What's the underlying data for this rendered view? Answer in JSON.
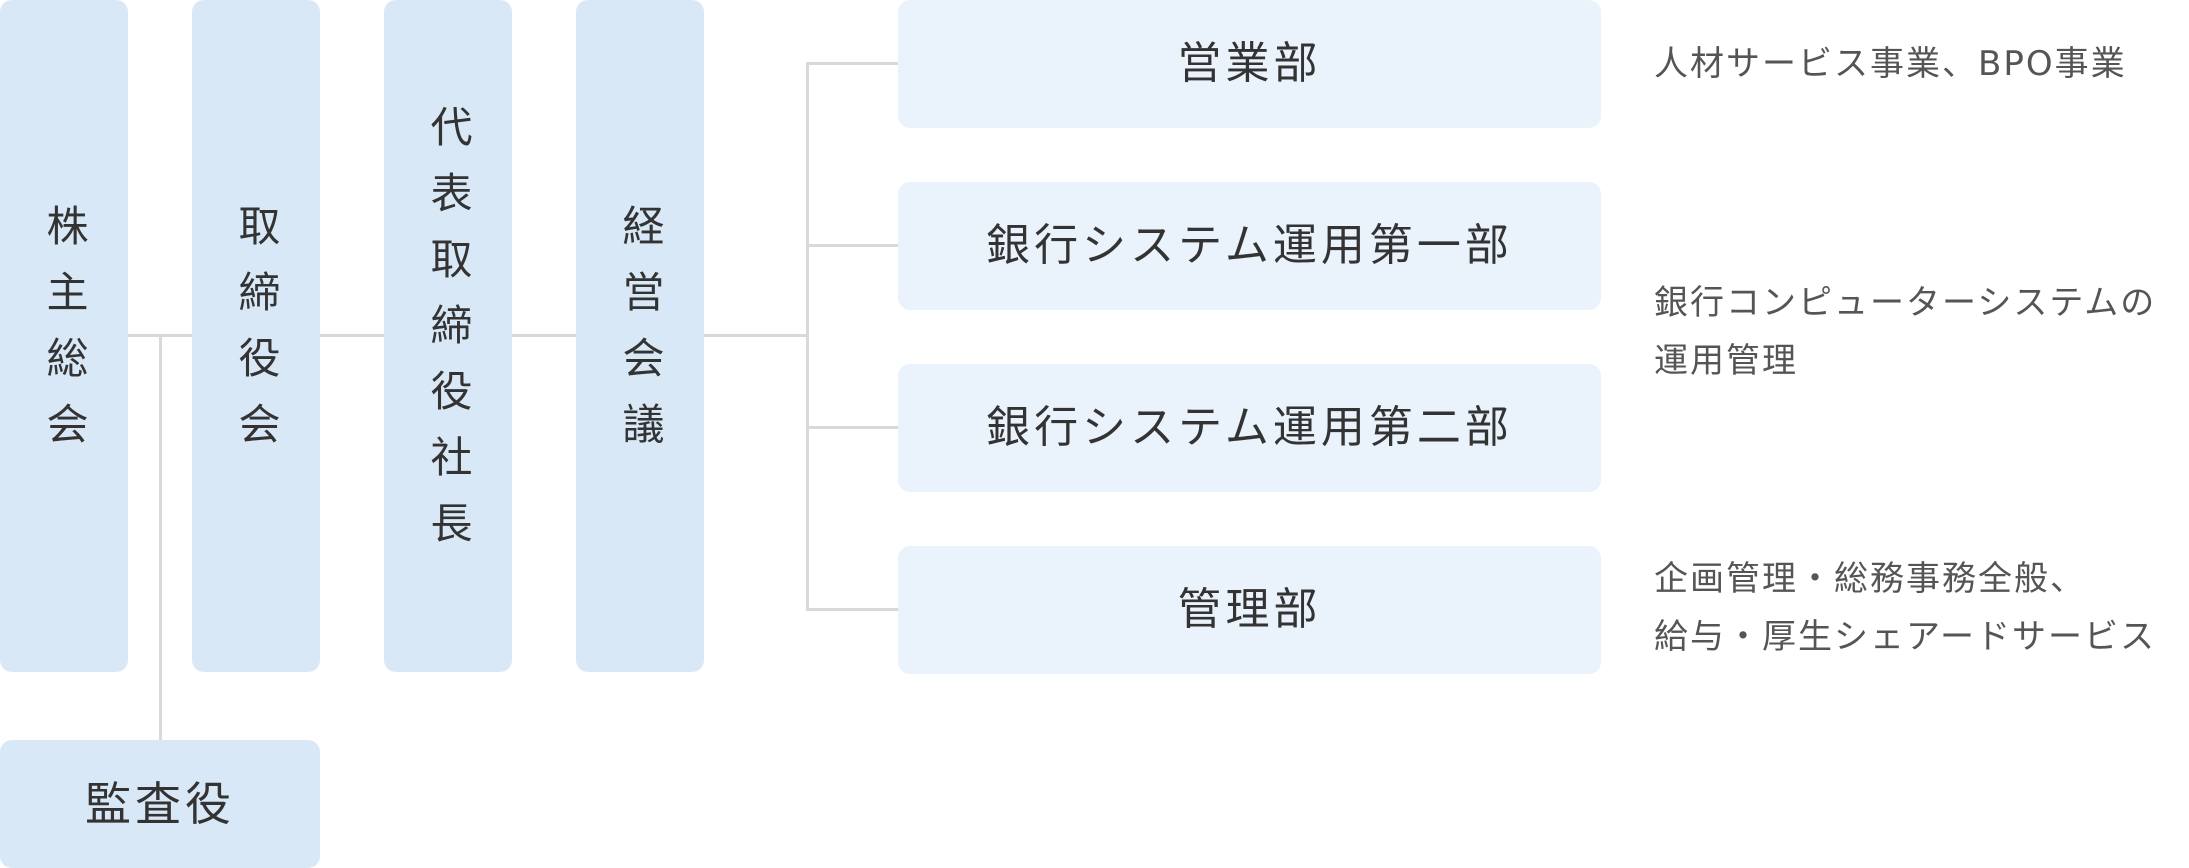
{
  "governance": {
    "shareholders_meeting": "株主総会",
    "board_of_directors": "取締役会",
    "president": "代表取締役社長",
    "management_meeting": "経営会議",
    "auditor": "監査役"
  },
  "departments": [
    {
      "name": "営業部",
      "description": [
        "人材サービス事業、BPO事業"
      ]
    },
    {
      "name": "銀行システム運用第一部",
      "description": []
    },
    {
      "name": "銀行システム運用第二部",
      "description": []
    },
    {
      "name": "管理部",
      "description": [
        "企画管理・総務事務全般、",
        "給与・厚生シェアードサービス"
      ]
    }
  ],
  "shared_description": [
    "銀行コンピューターシステムの",
    "運用管理"
  ],
  "colors": {
    "governance_box": "#d9e8f7",
    "department_box": "#eaf3fc",
    "connector": "#d9d9d9",
    "text": "#333333",
    "description_text": "#555555"
  }
}
